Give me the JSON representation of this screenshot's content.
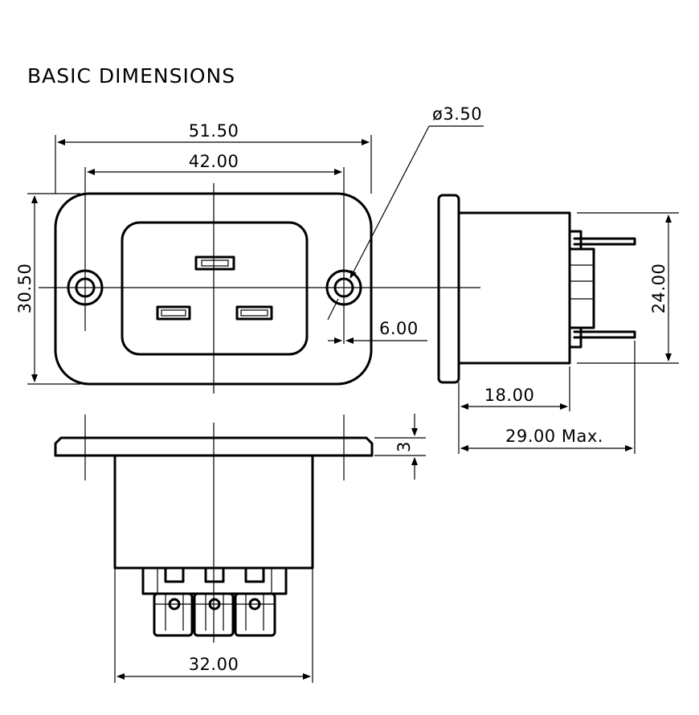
{
  "title": "BASIC DIMENSIONS",
  "dimensions": {
    "overall_width": "51.50",
    "hole_spacing": "42.00",
    "overall_height": "30.50",
    "hole_diameter": "ø3.50",
    "hole_edge_offset": "6.00",
    "body_height": "24.00",
    "body_depth": "18.00",
    "total_depth": "29.00 Max.",
    "flange_thickness": "3",
    "body_width": "32.00"
  }
}
